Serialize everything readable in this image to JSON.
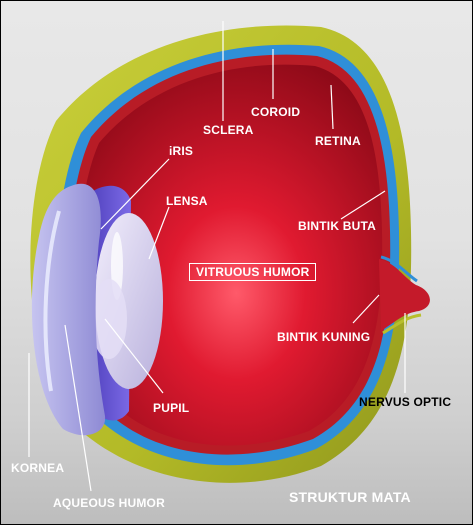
{
  "labels": {
    "sclera": "SCLERA",
    "coroid": "COROID",
    "retina": "RETINA",
    "iris": "iRIS",
    "lensa": "LENSA",
    "bintik_buta": "BINTIK BUTA",
    "vitreous_humor": "VITRUOUS HUMOR",
    "bintik_kuning": "BINTIK KUNING",
    "pupil": "PUPIL",
    "nervus_optic": "NERVUS OPTIC",
    "kornea": "KORNEA",
    "aqueous_humor": "AQUEOUS HUMOR"
  },
  "title": "STRUKTUR MATA",
  "colors": {
    "sclera": "#b8bf2c",
    "choroid": "#2f8fd8",
    "retina": "#c0202a",
    "vitreous": "#d8122a",
    "iris": "#6a56d6",
    "lens": "#d4cdee",
    "cornea": "#aaa8e2",
    "label_text": "#ffffff"
  }
}
